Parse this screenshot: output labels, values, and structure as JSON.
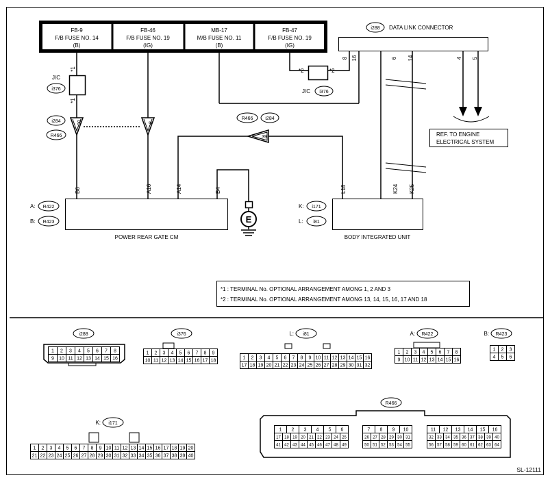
{
  "fuses": [
    {
      "id": "FB-9",
      "l2": "F/B FUSE NO. 14",
      "l3": "(B)"
    },
    {
      "id": "FB-46",
      "l2": "F/B FUSE NO. 19",
      "l3": "(IG)"
    },
    {
      "id": "MB-17",
      "l2": "M/B FUSE NO. 11",
      "l3": "(B)"
    },
    {
      "id": "FB-47",
      "l2": "F/B FUSE NO. 19",
      "l3": "(IG)"
    }
  ],
  "dlc": {
    "conn": "i288",
    "label": "DATA LINK CONNECTOR",
    "pins": [
      "8",
      "16",
      "6",
      "14",
      "4",
      "5"
    ]
  },
  "jc": {
    "label": "J/C",
    "conn": "i376",
    "star1": "*1",
    "star2": "*2"
  },
  "i284": "i284",
  "r466": "R466",
  "pin30": "30",
  "pin8": "8",
  "pin39": "39",
  "ref": {
    "l1": "REF. TO ENGINE",
    "l2": "ELECTRICAL SYSTEM"
  },
  "cm": {
    "label": "POWER REAR GATE CM",
    "a": "A:",
    "b": "B:",
    "ca": "R422",
    "cb": "R423",
    "pins": [
      "B6",
      "A16",
      "A14",
      "B4"
    ]
  },
  "biu": {
    "label": "BODY INTEGRATED UNIT",
    "k": "K:",
    "l": "L:",
    "ck": "i171",
    "cl": "i81",
    "pins": [
      "L18",
      "K24",
      "K25"
    ]
  },
  "ground": "E",
  "notes": [
    "*1 : TERMINAL No. OPTIONAL ARRANGEMENT AMONG 1, 2 AND 3",
    "*2 : TERMINAL No. OPTIONAL ARRANGEMENT AMONG 13, 14, 15, 16, 17 AND 18"
  ],
  "connectors": {
    "i288": {
      "name": "i288",
      "r1": [
        "1",
        "2",
        "3",
        "4",
        "5",
        "6",
        "7",
        "8"
      ],
      "r2": [
        "9",
        "10",
        "11",
        "12",
        "13",
        "14",
        "15",
        "16"
      ]
    },
    "i376": {
      "name": "i376",
      "r1": [
        "1",
        "2",
        "3",
        "4",
        "5",
        "6",
        "7",
        "8",
        "9"
      ],
      "r2": [
        "10",
        "11",
        "12",
        "13",
        "14",
        "15",
        "16",
        "17",
        "18"
      ]
    },
    "i81": {
      "prefix": "L:",
      "name": "i81",
      "r1": [
        "1",
        "2",
        "3",
        "4",
        "5",
        "6",
        "7",
        "8",
        "9",
        "10",
        "11",
        "12",
        "13",
        "14",
        "15",
        "16"
      ],
      "r2": [
        "17",
        "18",
        "19",
        "20",
        "21",
        "22",
        "23",
        "24",
        "25",
        "26",
        "27",
        "28",
        "29",
        "30",
        "31",
        "32"
      ]
    },
    "R422": {
      "prefix": "A:",
      "name": "R422",
      "r1": [
        "1",
        "2",
        "3",
        "4",
        "5",
        "6",
        "7",
        "8"
      ],
      "r2": [
        "9",
        "10",
        "11",
        "12",
        "13",
        "14",
        "15",
        "16"
      ]
    },
    "R423": {
      "prefix": "B:",
      "name": "R423",
      "r1": [
        "1",
        "2",
        "3"
      ],
      "r2": [
        "4",
        "5",
        "6"
      ]
    },
    "i171": {
      "prefix": "K:",
      "name": "i171",
      "r1": [
        "1",
        "2",
        "3",
        "4",
        "5",
        "6",
        "7",
        "8",
        "9",
        "10",
        "11",
        "12",
        "13",
        "14",
        "15",
        "16",
        "17",
        "18",
        "19",
        "20"
      ],
      "r2": [
        "21",
        "22",
        "23",
        "24",
        "25",
        "26",
        "27",
        "28",
        "29",
        "30",
        "31",
        "32",
        "33",
        "34",
        "35",
        "36",
        "37",
        "38",
        "39",
        "40"
      ]
    },
    "R466": {
      "name": "R466",
      "g1": [
        [
          "1",
          "2",
          "3",
          "4",
          "5",
          "6"
        ],
        [
          "17",
          "18",
          "19",
          "20",
          "21",
          "22",
          "23",
          "24",
          "25"
        ],
        [
          "41",
          "42",
          "43",
          "44",
          "45",
          "46",
          "47",
          "48",
          "49"
        ]
      ],
      "g2": [
        [
          "7",
          "8",
          "9",
          "10"
        ],
        [
          "26",
          "27",
          "28",
          "29",
          "30",
          "31"
        ],
        [
          "50",
          "51",
          "52",
          "53",
          "54",
          "55"
        ]
      ],
      "g3": [
        [
          "11",
          "12",
          "13",
          "14",
          "15",
          "16"
        ],
        [
          "32",
          "33",
          "34",
          "35",
          "36",
          "37",
          "38",
          "39",
          "40"
        ],
        [
          "56",
          "57",
          "58",
          "59",
          "60",
          "61",
          "62",
          "63",
          "64"
        ]
      ]
    }
  },
  "code": "SL-12111"
}
